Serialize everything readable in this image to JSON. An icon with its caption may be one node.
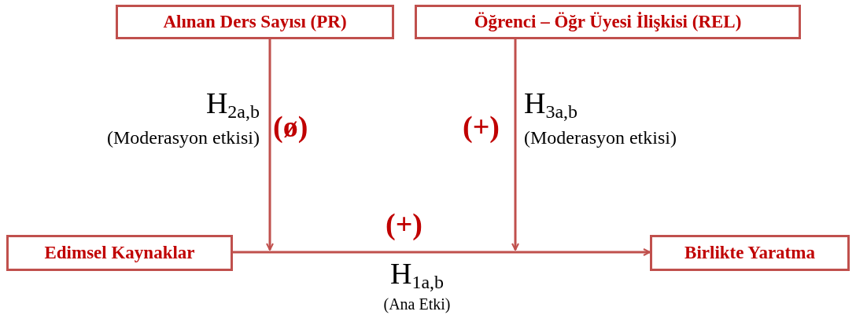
{
  "diagram": {
    "nodes": [
      {
        "text": [
          "Alınan Ders Sayısı (PR)"
        ]
      },
      {
        "text": [
          "Öğrenci – Öğr Üyesi İlişkisi (REL)"
        ]
      },
      {
        "text": [
          "Edimsel Kaynaklar"
        ]
      },
      {
        "text": [
          "Birlikte Yaratma"
        ]
      }
    ],
    "edges": [
      {
        "from": 0,
        "to": null,
        "arrow": "to"
      },
      {
        "from": 1,
        "to": null,
        "arrow": "to"
      },
      {
        "from": 2,
        "to": 3,
        "arrow": "to"
      }
    ],
    "labels": [
      "H$_{2a,b}$",
      "(Moderasyon etkisi)",
      "(ø)",
      "(+)",
      "H$_{3a,b}$",
      "(Moderasyon etkisi)",
      "(+)",
      "H$_{1a,b}$",
      "(Ana Etki)"
    ]
  }
}
